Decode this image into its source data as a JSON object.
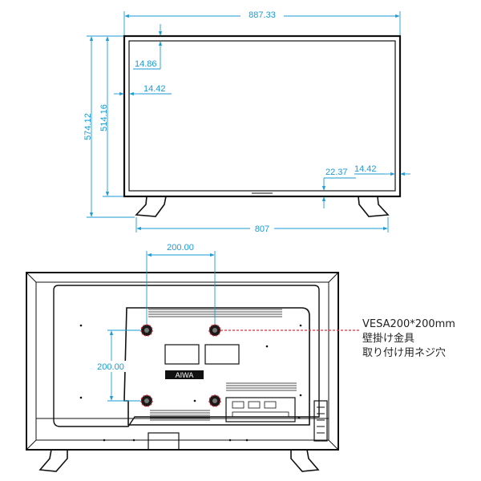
{
  "colors": {
    "dimension": "#1a9ad6",
    "outline": "#111111",
    "vesa_marker": "#e0313a"
  },
  "front_view": {
    "overall_width": "887.33",
    "overall_height": "574.12",
    "screen_height": "514.16",
    "top_bezel": "14.86",
    "side_bezel": "14.42",
    "right_bezel": "14.42",
    "bottom_bezel": "22.37",
    "stand_width": "807"
  },
  "back_view": {
    "vesa_horizontal": "200.00",
    "vesa_vertical": "200.00",
    "label": "AIWA"
  },
  "vesa_note": {
    "line1": "VESA200*200mm",
    "line2": "壁掛け金具",
    "line3": "取り付け用ネジ穴"
  }
}
